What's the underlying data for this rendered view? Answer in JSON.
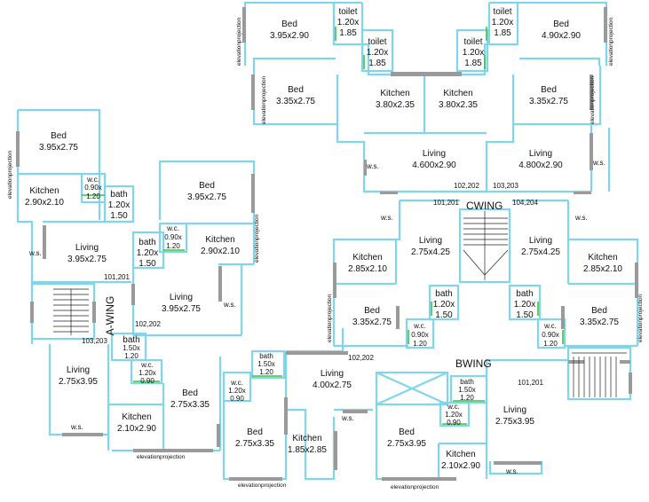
{
  "plan": {
    "wings": [
      {
        "id": "c",
        "label": "CWING"
      },
      {
        "id": "b",
        "label": "BWING"
      },
      {
        "id": "a",
        "label": "A-WING"
      }
    ],
    "rooms": [
      {
        "id": "r1",
        "name": "Bed",
        "dim": "3.95x2.90"
      },
      {
        "id": "r2",
        "name": "toilet",
        "dim1": "1.20x",
        "dim2": "1.85"
      },
      {
        "id": "r3",
        "name": "toilet",
        "dim1": "1.20x",
        "dim2": "1.85"
      },
      {
        "id": "r4",
        "name": "toilet",
        "dim1": "1.20x",
        "dim2": "1.85"
      },
      {
        "id": "r5",
        "name": "toilet",
        "dim1": "1.20x",
        "dim2": "1.85"
      },
      {
        "id": "r6",
        "name": "Bed",
        "dim": "4.90x2.90"
      },
      {
        "id": "r7",
        "name": "Bed",
        "dim": "3.35x2.75"
      },
      {
        "id": "r8",
        "name": "Kitchen",
        "dim": "3.80x2.35"
      },
      {
        "id": "r9",
        "name": "Kitchen",
        "dim": "3.80x2.35"
      },
      {
        "id": "r10",
        "name": "Bed",
        "dim": "3.35x2.75"
      },
      {
        "id": "r11",
        "name": "Living",
        "dim": "4.600x2.90"
      },
      {
        "id": "r12",
        "name": "Living",
        "dim": "4.800x2.90"
      },
      {
        "id": "r13",
        "name": "Bed",
        "dim": "3.95x2.75"
      },
      {
        "id": "r14",
        "name": "Kitchen",
        "dim": "2.90x2.10"
      },
      {
        "id": "r15",
        "name": "w.c.",
        "dim1": "0.90x",
        "dim2": "1.20"
      },
      {
        "id": "r16",
        "name": "bath",
        "dim1": "1.20x",
        "dim2": "1.50"
      },
      {
        "id": "r17",
        "name": "Bed",
        "dim": "3.95x2.75"
      },
      {
        "id": "r18",
        "name": "w.c.",
        "dim1": "0.90x",
        "dim2": "1.20"
      },
      {
        "id": "r19",
        "name": "Kitchen",
        "dim": "2.90x2.10"
      },
      {
        "id": "r20",
        "name": "Living",
        "dim": "3.95x2.75"
      },
      {
        "id": "r21",
        "name": "bath",
        "dim1": "1.20x",
        "dim2": "1.50"
      },
      {
        "id": "r22",
        "name": "Living",
        "dim": "3.95x2.75"
      },
      {
        "id": "r23",
        "name": "Kitchen",
        "dim": "2.85x2.10"
      },
      {
        "id": "r24",
        "name": "Living",
        "dim": "2.75x4.25"
      },
      {
        "id": "r25",
        "name": "Living",
        "dim": "2.75x4.25"
      },
      {
        "id": "r26",
        "name": "Kitchen",
        "dim": "2.85x2.10"
      },
      {
        "id": "r27",
        "name": "bath",
        "dim1": "1.20x",
        "dim2": "1.50"
      },
      {
        "id": "r28",
        "name": "bath",
        "dim1": "1.20x",
        "dim2": "1.50"
      },
      {
        "id": "r29",
        "name": "Bed",
        "dim": "3.35x2.75"
      },
      {
        "id": "r30",
        "name": "Bed",
        "dim": "3.35x2.75"
      },
      {
        "id": "r31",
        "name": "w.c.",
        "dim1": "0.90x",
        "dim2": "1.20"
      },
      {
        "id": "r32",
        "name": "w.c.",
        "dim1": "0.90x",
        "dim2": "1.20"
      },
      {
        "id": "r33",
        "name": "bath",
        "dim1": "1.50x",
        "dim2": "1.20"
      },
      {
        "id": "r34",
        "name": "w.c.",
        "dim1": "1.20x",
        "dim2": "0.90"
      },
      {
        "id": "r35",
        "name": "Living",
        "dim": "2.75x3.95"
      },
      {
        "id": "r36",
        "name": "Bed",
        "dim": "2.75x3.35"
      },
      {
        "id": "r37",
        "name": "Kitchen",
        "dim": "2.10x2.90"
      },
      {
        "id": "r38",
        "name": "bath",
        "dim1": "1.50x",
        "dim2": "1.20"
      },
      {
        "id": "r39",
        "name": "w.c.",
        "dim1": "1.20x",
        "dim2": "0.90"
      },
      {
        "id": "r40",
        "name": "Living",
        "dim": "4.00x2.75"
      },
      {
        "id": "r41",
        "name": "Bed",
        "dim": "2.75x3.35"
      },
      {
        "id": "r42",
        "name": "Kitchen",
        "dim": "1.85x2.85"
      },
      {
        "id": "r43",
        "name": "bath",
        "dim1": "1.50x",
        "dim2": "1.20"
      },
      {
        "id": "r44",
        "name": "w.c.",
        "dim1": "1.20x",
        "dim2": "0.90"
      },
      {
        "id": "r45",
        "name": "Bed",
        "dim": "2.75x3.95"
      },
      {
        "id": "r46",
        "name": "Living",
        "dim": "2.75x3.95"
      },
      {
        "id": "r47",
        "name": "Kitchen",
        "dim": "2.10x2.90"
      }
    ],
    "flats": [
      "102,202",
      "103,203",
      "101,201",
      "104,204",
      "101,201",
      "102,202",
      "103,203",
      "102,202",
      "101,201"
    ],
    "ws_label": "w.s.",
    "elevation_label": "elevationprojection",
    "colors": {
      "wall": "#7fd6ea",
      "column": "#9a9a9a",
      "opening": "#3cc43c",
      "text": "#111111"
    }
  }
}
